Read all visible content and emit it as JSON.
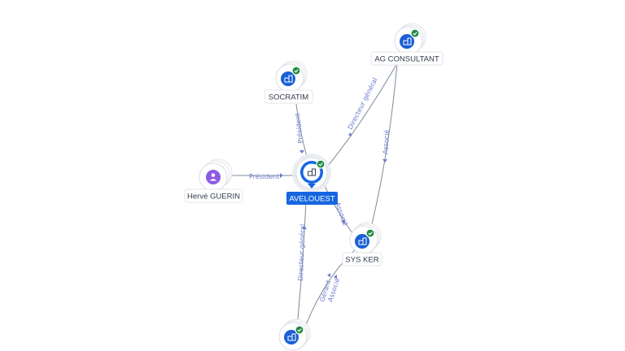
{
  "colors": {
    "company": "#1a5fd6",
    "person": "#8c5be5",
    "verified": "#1f8b3f",
    "edge": "#7d8a9c",
    "edge_label": "#6a7ccb",
    "main_label_bg": "#1565e0"
  },
  "nodes": {
    "main": {
      "label": "AVELOUEST",
      "icon": "building-icon",
      "verified": true
    },
    "socratim": {
      "label": "SOCRATIM",
      "icon": "building-icon",
      "verified": true
    },
    "ag": {
      "label": "AG CONSULTANT",
      "icon": "building-icon",
      "verified": true
    },
    "herve": {
      "label": "Hervé GUERIN",
      "icon": "person-icon",
      "verified": false
    },
    "sysker": {
      "label": "SYS KER",
      "icon": "building-icon",
      "verified": true
    },
    "bottom": {
      "label": "",
      "icon": "building-icon",
      "verified": true
    }
  },
  "edges": {
    "herve_main": "Président",
    "socratim_main": "Président",
    "ag_main": "Directeur général",
    "ag_sysker": "Associé",
    "main_sysker": "Associé",
    "main_bottom": "Directeur général",
    "sysker_bottom_1": "Gérant",
    "sysker_bottom_2": "Associé"
  }
}
